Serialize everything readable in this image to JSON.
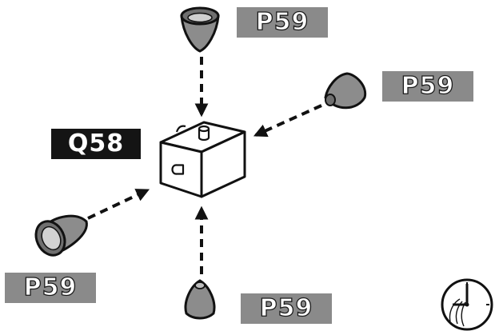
{
  "labels": {
    "main_part": "Q58",
    "fitting_top": "P59",
    "fitting_right": "P59",
    "fitting_left": "P59",
    "fitting_bottom": "P59"
  },
  "icons": {
    "central_component": "box-block-icon",
    "fitting": "nozzle-cap-icon",
    "arrow": "dashed-arrow-icon",
    "clock": "clock-icon"
  },
  "colors": {
    "label_grey": "#8a8a8a",
    "label_black": "#141414",
    "part_fill": "#8c8c8c",
    "line": "#111111"
  }
}
